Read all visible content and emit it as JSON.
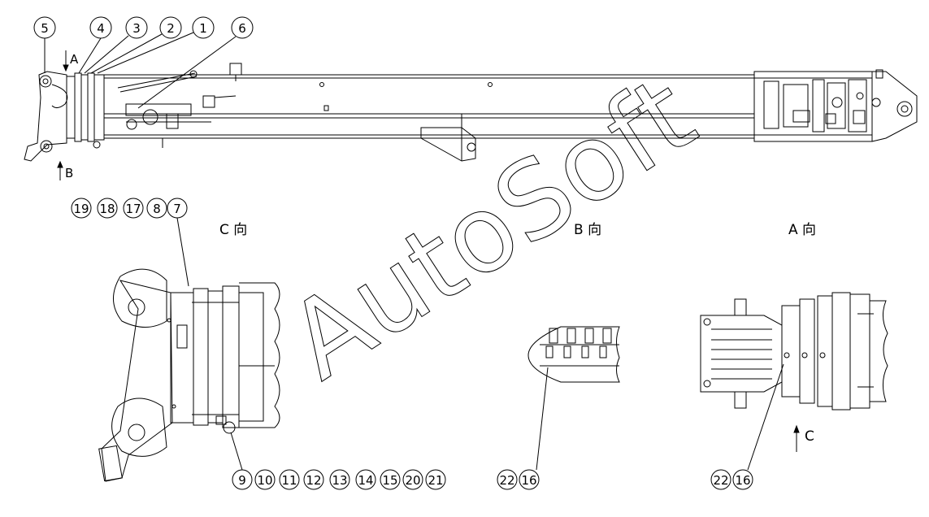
{
  "drawing": {
    "top_callouts": [
      "5",
      "4",
      "3",
      "2",
      "1",
      "6"
    ],
    "view_arrow_a": "A",
    "view_arrow_b": "B",
    "view_arrow_c": "C",
    "view_c_title": "C 向",
    "view_b_title": "B 向",
    "view_a_title": "A 向",
    "view_c_callouts_top": [
      "19",
      "18",
      "17",
      "8",
      "7"
    ],
    "view_c_callouts_bottom": [
      "9",
      "10",
      "11",
      "12",
      "13",
      "14",
      "15",
      "20",
      "21"
    ],
    "view_b_callouts": [
      "22",
      "16"
    ],
    "view_a_callouts": [
      "22",
      "16"
    ],
    "watermark": "AutoSoft"
  }
}
